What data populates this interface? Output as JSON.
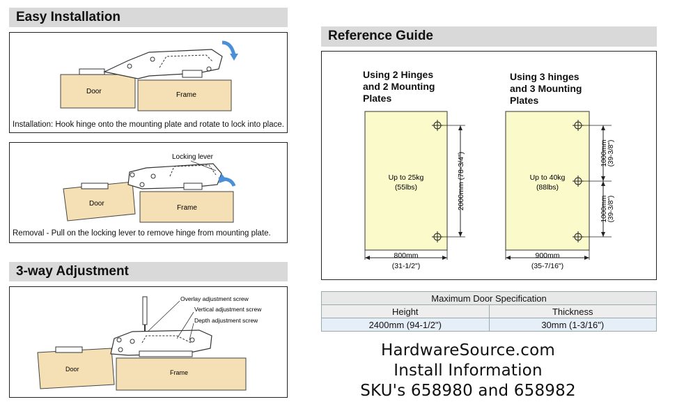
{
  "easy_installation": {
    "title": "Easy Installation",
    "panel1": {
      "door_label": "Door",
      "frame_label": "Frame",
      "caption": "Installation: Hook hinge onto the mounting plate and rotate to lock into place."
    },
    "panel2": {
      "door_label": "Door",
      "frame_label": "Frame",
      "lever_label": "Locking lever",
      "caption": "Removal - Pull on the locking lever to remove hinge from mounting plate."
    }
  },
  "adjustment": {
    "title": "3-way Adjustment",
    "door_label": "Door",
    "frame_label": "Frame",
    "overlay_screw": "Overlay adjustment screw",
    "vertical_screw": "Vertical adjustment screw",
    "depth_screw": "Depth adjustment screw"
  },
  "reference_guide": {
    "title": "Reference Guide",
    "two_hinges": {
      "title_line1": "Using 2 Hinges",
      "title_line2": "and 2 Mounting",
      "title_line3": "Plates",
      "load_line1": "Up to 25kg",
      "load_line2": "(55lbs)",
      "height_label": "2000mm (78-3/4\")",
      "width_line1": "800mm",
      "width_line2": "(31-1/2\")"
    },
    "three_hinges": {
      "title_line1": "Using 3 hinges",
      "title_line2": "and 3 Mounting",
      "title_line3": "Plates",
      "load_line1": "Up to 40kg",
      "load_line2": "(88lbs)",
      "upper_label": "1000mm",
      "upper_label2": "(39-3/8\")",
      "lower_label": "1000mm",
      "lower_label2": "(39-3/8\")",
      "width_line1": "900mm",
      "width_line2": "(35-7/16\")"
    }
  },
  "max_spec": {
    "title": "Maximum Door Specification",
    "height_header": "Height",
    "thickness_header": "Thickness",
    "height_value": "2400mm (94-1/2\")",
    "thickness_value": "30mm (1-3/16\")"
  },
  "brand": {
    "line1": "HardwareSource.com",
    "line2": "Install Information",
    "line3": "SKU's 658980 and 658982"
  },
  "colors": {
    "header_bg": "#d9d9d9",
    "wood": "#f5dfb4",
    "plate": "#fbfacb",
    "arrow": "#4a90d9",
    "table_value_bg": "#e6eef7"
  }
}
